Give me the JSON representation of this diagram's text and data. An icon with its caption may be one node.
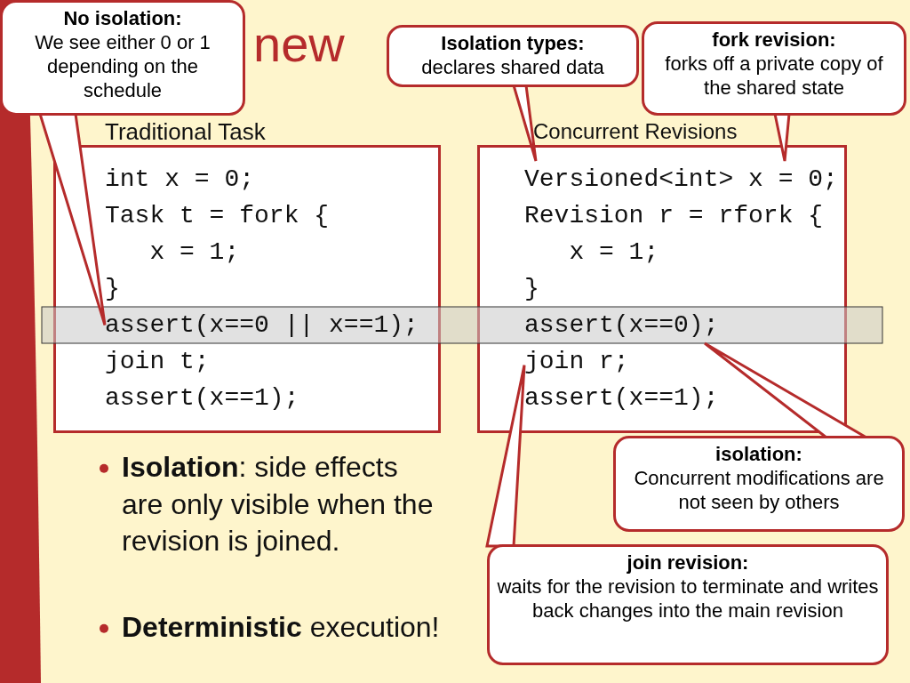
{
  "diagram": {
    "nodes": [
      {
        "text": [
          "No isolation:",
          "We see either 0 or 1 depending on the schedule"
        ]
      },
      {
        "text": [
          "Isolation types:",
          "declares shared data"
        ]
      },
      {
        "text": [
          "fork revision:",
          "forks off a private copy of the shared state"
        ]
      },
      {
        "text": [],
        "shape": "box"
      },
      {
        "text": [
          "int x = 0;"
        ],
        "in": 3
      },
      {
        "text": [
          "Task t = fork {"
        ],
        "in": 3
      },
      {
        "text": [
          "   x = 1;"
        ],
        "in": 3
      },
      {
        "text": [
          "}"
        ],
        "in": 3
      },
      {
        "text": [
          "assert(x==0 || x==1);"
        ],
        "in": 3
      },
      {
        "text": [
          "join t;"
        ],
        "in": 3
      },
      {
        "text": [
          "assert(x==1);"
        ],
        "in": 3
      },
      {
        "text": [],
        "shape": "box"
      },
      {
        "text": [
          "Versioned<int> x = 0;"
        ],
        "in": 11
      },
      {
        "text": [
          "Revision r = rfork {"
        ],
        "in": 11
      },
      {
        "text": [
          "   x = 1;"
        ],
        "in": 11
      },
      {
        "text": [
          "}"
        ],
        "in": 11
      },
      {
        "text": [
          "assert(x==0);"
        ],
        "in": 11
      },
      {
        "text": [
          "join r;"
        ],
        "in": 11
      },
      {
        "text": [
          "assert(x==1);"
        ],
        "in": 11
      },
      {
        "text": [
          "isolation:",
          "Concurrent modifications are not seen by others"
        ]
      },
      {
        "text": [
          "join revision:",
          "waits for the revision to terminate and writes back changes into the main revision"
        ]
      }
    ],
    "edges": [
      {
        "from": 0,
        "to": 8,
        "arrow": "none"
      },
      {
        "from": 1,
        "to": 12,
        "arrow": "none"
      },
      {
        "from": 2,
        "to": 12,
        "arrow": "none"
      },
      {
        "from": 19,
        "to": 16,
        "arrow": "none"
      },
      {
        "from": 20,
        "to": 17,
        "arrow": "none"
      }
    ],
    "labels": [
      "new",
      "Traditional Task",
      "Concurrent Revisions",
      "**Isolation**: side effects are only visible when the revision is joined.",
      "**Deterministic** execution!"
    ]
  }
}
